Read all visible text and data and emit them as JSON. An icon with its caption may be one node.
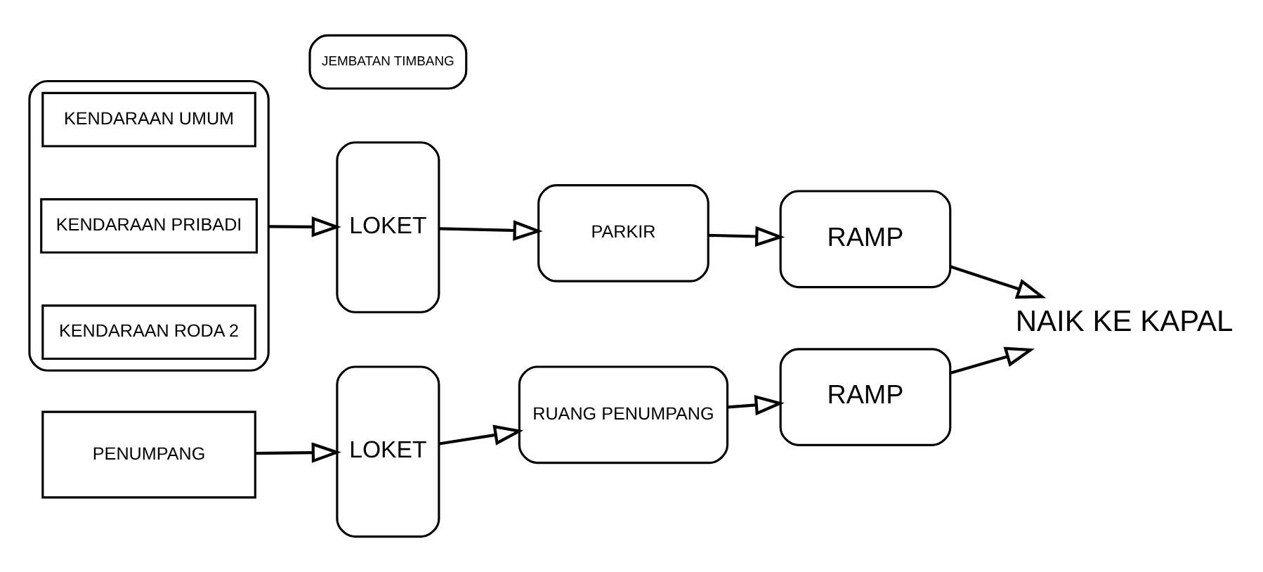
{
  "diagram": {
    "nodes": [
      {
        "text": [],
        "shape": "box"
      },
      {
        "text": [
          "KENDARAAN UMUM"
        ],
        "in": 0
      },
      {
        "text": [
          "KENDARAAN PRIBADI"
        ],
        "in": 0
      },
      {
        "text": [
          "KENDARAAN RODA 2"
        ],
        "in": 0
      },
      {
        "text": [
          "JEMBATAN TIMBANG"
        ]
      },
      {
        "text": [
          "LOKET"
        ]
      },
      {
        "text": [
          "PARKIR"
        ]
      },
      {
        "text": [
          "RAMP"
        ]
      },
      {
        "text": [
          "PENUMPANG"
        ]
      },
      {
        "text": [
          "LOKET"
        ]
      },
      {
        "text": [
          "RUANG PENUMPANG"
        ]
      },
      {
        "text": [
          "RAMP"
        ]
      },
      {
        "text": [
          "NAIK KE KAPAL"
        ]
      }
    ],
    "edges": [
      {
        "from": 0,
        "to": 5,
        "arrow": "to"
      },
      {
        "from": 5,
        "to": 6,
        "arrow": "to"
      },
      {
        "from": 6,
        "to": 7,
        "arrow": "to"
      },
      {
        "from": 8,
        "to": 9,
        "arrow": "to"
      },
      {
        "from": 9,
        "to": 10,
        "arrow": "to"
      },
      {
        "from": 10,
        "to": 11,
        "arrow": "to"
      },
      {
        "from": 7,
        "to": 12,
        "arrow": "to"
      },
      {
        "from": 11,
        "to": 12,
        "arrow": "to"
      }
    ]
  }
}
